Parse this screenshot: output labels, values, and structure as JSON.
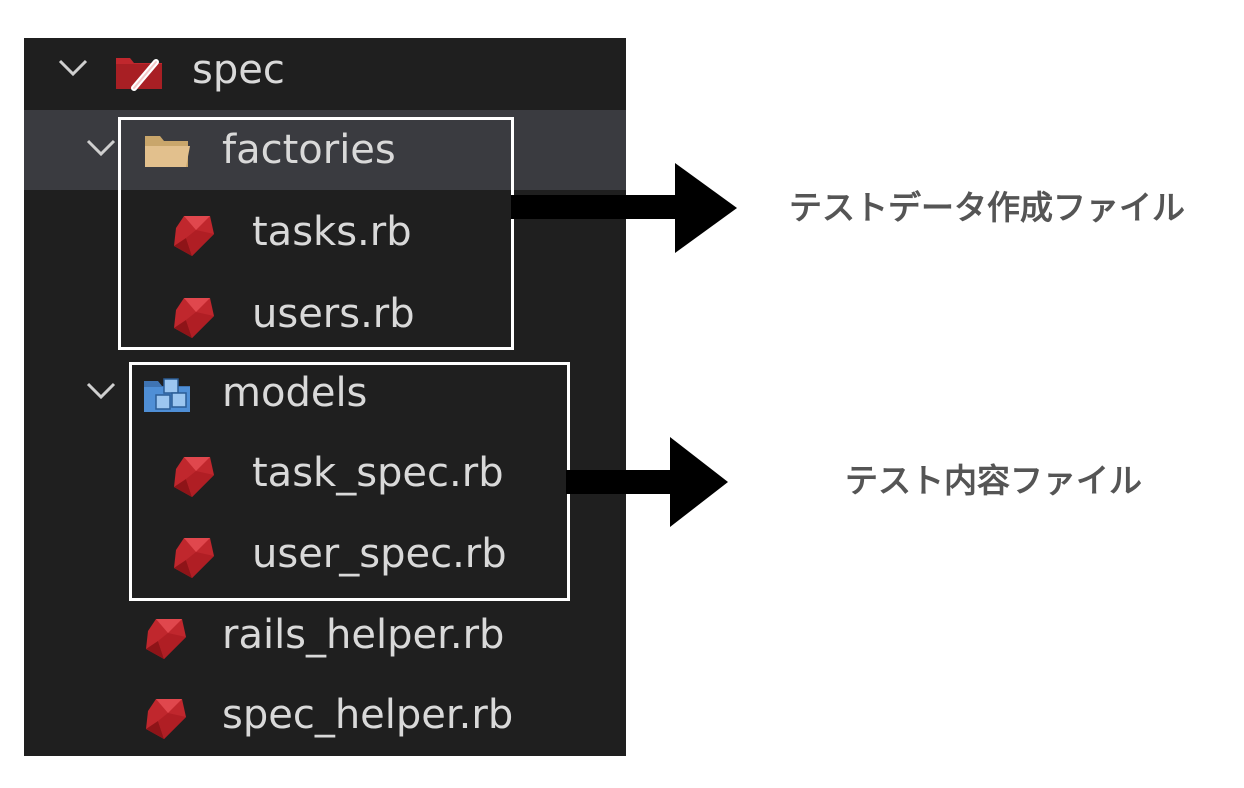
{
  "tree": {
    "items": [
      {
        "name": "spec",
        "kind": "folder-spec",
        "expanded": true
      },
      {
        "name": "factories",
        "kind": "folder",
        "expanded": true,
        "selected": true
      },
      {
        "name": "tasks.rb",
        "kind": "ruby-file"
      },
      {
        "name": "users.rb",
        "kind": "ruby-file"
      },
      {
        "name": "models",
        "kind": "folder-models",
        "expanded": true
      },
      {
        "name": "task_spec.rb",
        "kind": "ruby-file"
      },
      {
        "name": "user_spec.rb",
        "kind": "ruby-file"
      },
      {
        "name": "rails_helper.rb",
        "kind": "ruby-file"
      },
      {
        "name": "spec_helper.rb",
        "kind": "ruby-file"
      }
    ]
  },
  "annotations": {
    "factories_note": "テストデータ作成ファイル",
    "models_note": "テスト内容ファイル"
  },
  "colors": {
    "panel_bg": "#1f1f1f",
    "selected_row_bg": "#3a3b40",
    "label_text": "#d9d9d9",
    "ruby_red": "#c0272d",
    "folder_tan": "#e2c08d",
    "models_blue": "#4f8fd6",
    "note_text": "#555555"
  }
}
